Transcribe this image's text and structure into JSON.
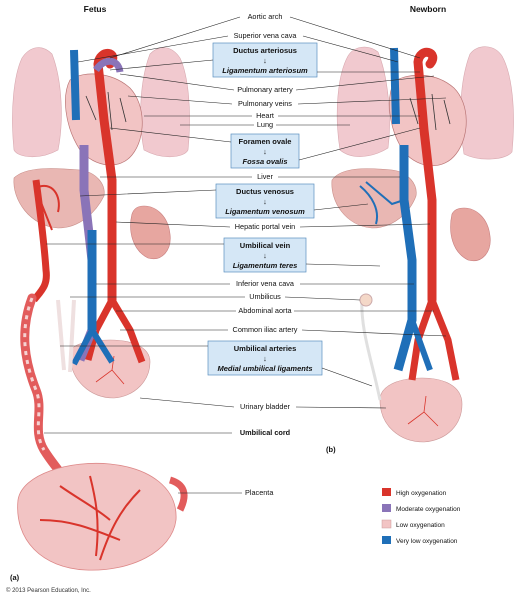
{
  "headers": {
    "fetus": "Fetus",
    "newborn": "Newborn"
  },
  "labels": {
    "aortic_arch": "Aortic arch",
    "superior_vena_cava": "Superior vena cava",
    "pulmonary_artery": "Pulmonary artery",
    "pulmonary_veins": "Pulmonary veins",
    "heart": "Heart",
    "lung": "Lung",
    "liver": "Liver",
    "hepatic_portal_vein": "Hepatic portal vein",
    "inferior_vena_cava": "Inferior vena cava",
    "umbilicus": "Umbilicus",
    "abdominal_aorta": "Abdominal aorta",
    "common_iliac_artery": "Common iliac artery",
    "urinary_bladder": "Urinary bladder",
    "umbilical_cord": "Umbilical cord",
    "placenta": "Placenta"
  },
  "boxes": [
    {
      "fetal": "Ductus arteriosus",
      "newborn": "Ligamentum arteriosum"
    },
    {
      "fetal": "Foramen ovale",
      "newborn": "Fossa ovalis"
    },
    {
      "fetal": "Ductus venosus",
      "newborn": "Ligamentum venosum"
    },
    {
      "fetal": "Umbilical vein",
      "newborn": "Ligamentum teres"
    },
    {
      "fetal": "Umbilical arteries",
      "newborn": "Medial umbilical ligaments"
    }
  ],
  "arrow_glyph": "↓",
  "panel_a": "(a)",
  "panel_b": "(b)",
  "copyright": "© 2013 Pearson Education, Inc.",
  "legend": [
    {
      "label": "High oxygenation",
      "color": "#d9342b"
    },
    {
      "label": "Moderate oxygenation",
      "color": "#8a74b8"
    },
    {
      "label": "Low oxygenation",
      "color": "#f2c4c4"
    },
    {
      "label": "Very low oxygenation",
      "color": "#1f6fb8"
    }
  ],
  "colors": {
    "artery_red": "#d9342b",
    "vein_blue": "#1f6fb8",
    "lung_pink": "#f1c9cf",
    "liver_pink": "#e9b7b3",
    "kidney": "#e7a6a0",
    "box_fill": "#d5e7f6",
    "box_stroke": "#5b8fc0"
  }
}
